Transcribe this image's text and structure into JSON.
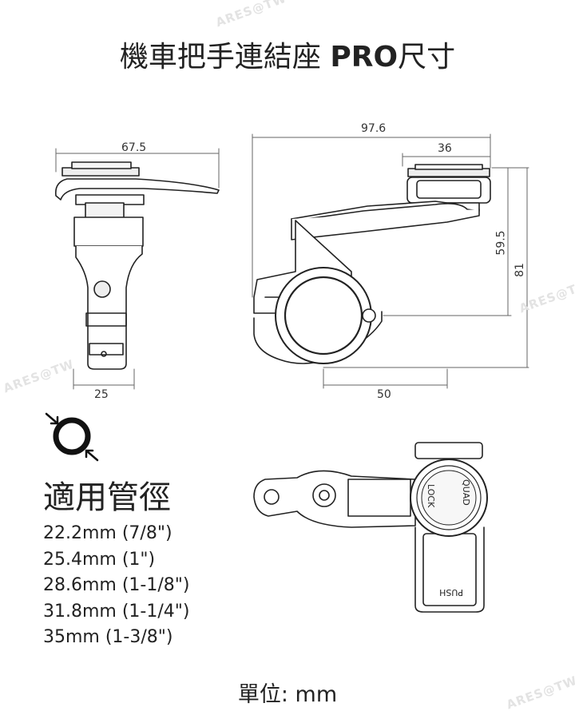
{
  "title": {
    "main": "機車把手連結座 ",
    "bold": "PRO",
    "suffix": "尺寸"
  },
  "dimensions": {
    "side_width": "67.5",
    "side_base": "25",
    "top_length": "97.6",
    "top_head": "36",
    "height_mount": "59.5",
    "height_total": "81",
    "clamp_width": "50"
  },
  "fit": {
    "heading": "適用管徑",
    "sizes": [
      "22.2mm (7/8\")",
      "25.4mm (1\")",
      "28.6mm (1-1/8\")",
      "31.8mm (1-1/4\")",
      "35mm (1-3/8\")"
    ]
  },
  "device_text": {
    "quad": "QUAD",
    "lock": "LOCK",
    "push": "PUSH"
  },
  "watermark": "ARES@TW",
  "unit_label": "單位: mm"
}
